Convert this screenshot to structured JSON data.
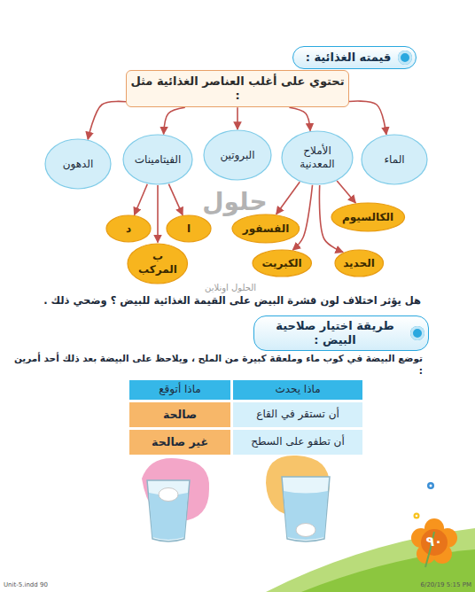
{
  "diagram": {
    "nodes": [
      {
        "text": [
          "قيمته الغذائية :"
        ]
      },
      {
        "text": [
          "تحتوي على أغلب العناصر الغذائية مثل :"
        ]
      },
      {
        "text": [
          "الماء"
        ]
      },
      {
        "text": [
          "الأملاح المعدنية"
        ]
      },
      {
        "text": [
          "البروتين"
        ]
      },
      {
        "text": [
          "الفيتامينات"
        ]
      },
      {
        "text": [
          "الدهون"
        ]
      },
      {
        "text": [
          "الكالسيوم"
        ]
      },
      {
        "text": [
          "الفسفور"
        ]
      },
      {
        "text": [
          "ا"
        ]
      },
      {
        "text": [
          "د"
        ]
      },
      {
        "text": [
          "الحديد"
        ]
      },
      {
        "text": [
          "الكبريت"
        ]
      },
      {
        "text": [
          "ب المركب"
        ]
      },
      {
        "text": [
          "طريقة اختيار صلاحية البيض :"
        ]
      }
    ],
    "edges": [
      {
        "from": 1,
        "to": 2,
        "arrow": "to"
      },
      {
        "from": 1,
        "to": 3,
        "arrow": "to"
      },
      {
        "from": 1,
        "to": 4,
        "arrow": "to"
      },
      {
        "from": 1,
        "to": 5,
        "arrow": "to"
      },
      {
        "from": 1,
        "to": 6,
        "arrow": "to"
      },
      {
        "from": 3,
        "to": 7,
        "arrow": "to"
      },
      {
        "from": 3,
        "to": 8,
        "arrow": "to"
      },
      {
        "from": 3,
        "to": 11,
        "arrow": "to"
      },
      {
        "from": 3,
        "to": 12,
        "arrow": "to"
      },
      {
        "from": 5,
        "to": 9,
        "arrow": "to"
      },
      {
        "from": 5,
        "to": 10,
        "arrow": "to"
      },
      {
        "from": 5,
        "to": 13,
        "arrow": "to"
      }
    ],
    "labels": [
      "هل يؤثر اختلاف لون قشرة البيض على القيمة الغذائية للبيض ؟ وضحي ذلك .",
      "توضع البيضة في كوب ماء وملعقة كبيرة من الملح ، ويلاحظ على البيضة بعد ذلك أحد أمرين :",
      "ماذا يحدث",
      "ماذا أتوقع",
      "أن تستقر في القاع",
      "صالحة",
      "أن تطفو على السطح",
      "غير صالحة",
      "٩٠",
      "حلول",
      "الحلول اونلاين",
      "Unit-5.indd 90",
      "6/20/19 5:15 PM"
    ]
  }
}
